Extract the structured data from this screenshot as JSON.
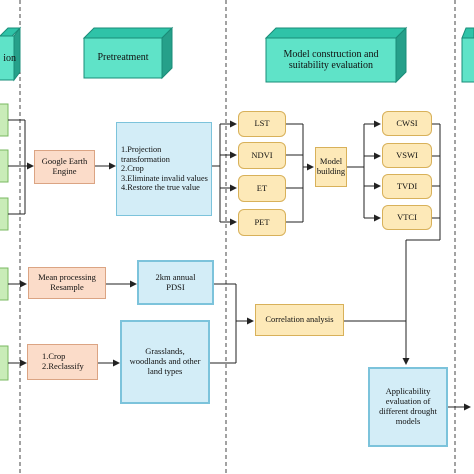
{
  "headers": {
    "data_label": "ion",
    "pretreatment_label": "Pretreatment",
    "model_label": "Model construction and\nsuitability evaluation"
  },
  "boxes": {
    "gee": "Google Earth\nEngine",
    "pretreatment_steps": "1.Projection transformation\n2.Crop\n3.Eliminate invalid values\n4.Restore the true value",
    "lst": "LST",
    "ndvi": "NDVI",
    "et": "ET",
    "pet": "PET",
    "model_building": "Model\nbuilding",
    "cwsi": "CWSI",
    "vswi": "VSWI",
    "tvdi": "TVDI",
    "vtci": "VTCI",
    "mean_processing": "Mean processing\nResample",
    "pdsi": "2km annual\nPDSI",
    "correlation": "Correlation analysis",
    "crop_reclassify": "1.Crop\n2.Reclassify",
    "land_types": "Grasslands,\nwoodlands and other\nland types",
    "applicability": "Applicability\nevaluation of\ndifferent drought\nmodels"
  },
  "colors": {
    "green": "#c9ecb8",
    "salmon": "#fbdcc9",
    "blue": "#d3edf7",
    "yellow": "#fde9b8",
    "header_cube": "#5fe3c8"
  }
}
